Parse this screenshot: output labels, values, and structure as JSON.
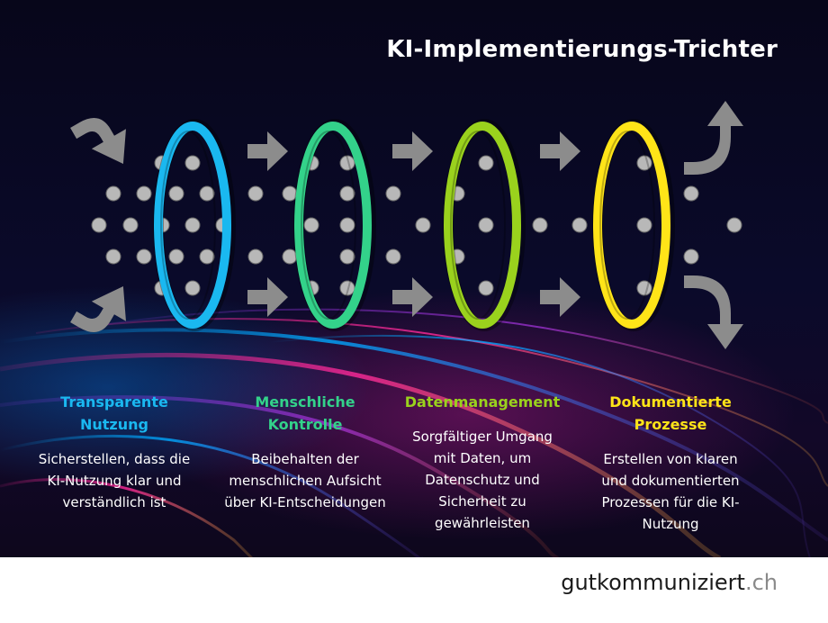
{
  "title": "KI-Implementierungs-Trichter",
  "colors": {
    "step1": "#1ab8f0",
    "step2": "#33d28a",
    "step3": "#9ad21d",
    "step4": "#ffe418",
    "arrow": "#8c8c8c",
    "dot": "#b8b8b8"
  },
  "steps": [
    {
      "title": "Transparente Nutzung",
      "description": "Sicherstellen, dass die KI-Nutzung klar und verständlich ist"
    },
    {
      "title": "Menschliche Kontrolle",
      "description": "Beibehalten der menschlichen Aufsicht über KI-Entscheidungen"
    },
    {
      "title": "Datenmanagement",
      "description": "Sorgfältiger Umgang mit Daten, um Datenschutz und Sicherheit zu gewährleisten"
    },
    {
      "title": "Dokumentierte Prozesse",
      "description": "Erstellen von klaren und dokumentierten Prozessen für die KI-Nutzung"
    }
  ],
  "brand": {
    "name": "gutkommuniziert",
    "tld": ".ch"
  }
}
